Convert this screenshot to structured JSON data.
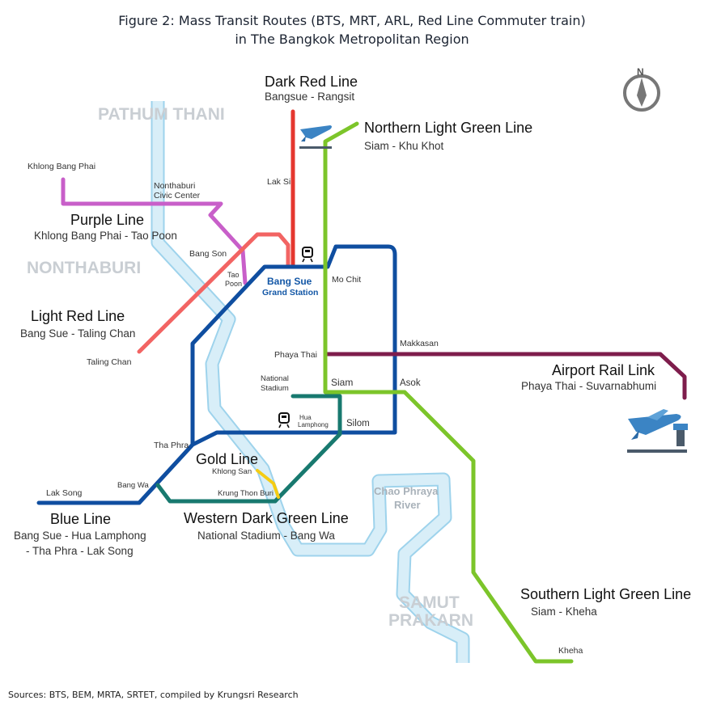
{
  "title": {
    "line1": "Figure 2: Mass Transit Routes (BTS, MRT, ARL, Red Line Commuter train)",
    "line2": "in The Bangkok Metropolitan Region"
  },
  "regions": {
    "pathum_thani": "PATHUM THANI",
    "nonthaburi": "NONTHABURI",
    "samut_prakarn_1": "SAMUT",
    "samut_prakarn_2": "PRAKARN"
  },
  "river": {
    "line1": "Chao Phraya",
    "line2": "River"
  },
  "compass": {
    "letter": "N"
  },
  "colors": {
    "dark_red": "#e5372f",
    "light_red": "#f26463",
    "purple": "#c85fc9",
    "blue": "#0f4ea0",
    "light_green": "#7cc52a",
    "dark_green": "#18796f",
    "gold": "#f5cc14",
    "airport_rail": "#7e1d4c",
    "river_fill": "#d8eef8",
    "river_edge": "#9ed3ec"
  },
  "routes": {
    "dark_red": {
      "name": "Dark Red Line",
      "sub": "Bangsue - Rangsit"
    },
    "northern_green": {
      "name": "Northern Light Green Line",
      "sub": "Siam - Khu Khot"
    },
    "purple": {
      "name": "Purple Line",
      "sub": "Khlong Bang Phai - Tao Poon"
    },
    "light_red": {
      "name": "Light Red Line",
      "sub": "Bang Sue - Taling Chan"
    },
    "airport": {
      "name": "Airport Rail Link",
      "sub": "Phaya Thai - Suvarnabhumi"
    },
    "gold": {
      "name": "Gold Line"
    },
    "blue": {
      "name": "Blue Line",
      "sub1": "Bang Sue - Hua Lamphong",
      "sub2": "- Tha Phra - Lak Song"
    },
    "western_green": {
      "name": "Western Dark Green Line",
      "sub": "National Stadium - Bang Wa"
    },
    "southern_green": {
      "name": "Southern Light Green Line",
      "sub": "Siam - Kheha"
    }
  },
  "hub": {
    "name": "Bang Sue",
    "sub": "Grand Station"
  },
  "stations": {
    "khlong_bang_phai": "Khlong Bang Phai",
    "nonthaburi_civic_1": "Nonthaburi",
    "nonthaburi_civic_2": "Civic Center",
    "lak_si": "Lak Si",
    "bang_son": "Bang Son",
    "tao_poon_1": "Tao",
    "tao_poon_2": "Poon",
    "mo_chit": "Mo Chit",
    "makkasan": "Makkasan",
    "phaya_thai": "Phaya Thai",
    "taling_chan": "Taling Chan",
    "national_stadium_1": "National",
    "national_stadium_2": "Stadium",
    "siam": "Siam",
    "asok": "Asok",
    "hua_lamphong_1": "Hua",
    "hua_lamphong_2": "Lamphong",
    "silom": "Silom",
    "tha_phra": "Tha Phra",
    "khlong_san": "Khlong San",
    "krung_thon_buri": "Krung Thon Buri",
    "bang_wa": "Bang Wa",
    "lak_song": "Lak Song",
    "kheha": "Kheha"
  },
  "sources": "Sources:  BTS, BEM, MRTA, SRTET, compiled by Krungsri Research"
}
